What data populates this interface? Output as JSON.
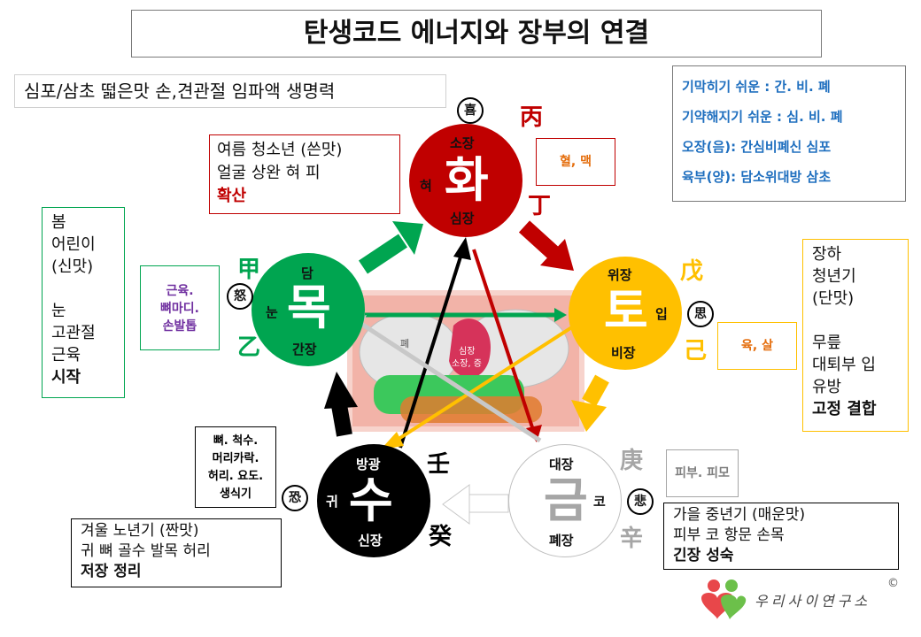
{
  "title": "탄생코드 에너지와 장부의 연결",
  "subtitle": "심포/삼초 떫은맛 손,견관절 임파액  생명력",
  "legend": [
    "기막히기 쉬운 : 간. 비. 폐",
    "기약해지기 쉬운 : 심. 비. 폐",
    "오장(음): 간심비폐신 심포",
    "육부(양): 담소위대방 삼초"
  ],
  "fire": {
    "char": "화",
    "top": "소장",
    "bottom": "심장",
    "side": "혀",
    "emotion": "喜",
    "stem_top": "丙",
    "stem_bottom": "丁",
    "tag": "혈, 맥",
    "desc": [
      "여름 청소년 (쓴맛)",
      "얼굴 상완 혀 피"
    ],
    "desc_bold": "확산",
    "color": "#c00000"
  },
  "wood": {
    "char": "목",
    "top": "담",
    "bottom": "간장",
    "side": "눈",
    "emotion": "怒",
    "stem_top": "甲",
    "stem_bottom": "乙",
    "tag": [
      "근육.",
      "뼈마디.",
      "손발톱"
    ],
    "desc": [
      "봄",
      "어린이",
      "(신맛)",
      "",
      "눈",
      "고관절",
      "근육"
    ],
    "desc_bold": "시작",
    "color": "#00a550"
  },
  "earth": {
    "char": "토",
    "top": "위장",
    "bottom": "비장",
    "side": "입",
    "emotion": "思",
    "stem_top": "戊",
    "stem_bottom": "己",
    "tag": "육, 살",
    "desc": [
      "장하",
      "청년기",
      "(단맛)",
      "",
      "무릎",
      "대퇴부 입",
      "유방"
    ],
    "desc_bold": "고정 결합",
    "color": "#ffc000"
  },
  "metal": {
    "char": "금",
    "top": "대장",
    "bottom": "폐장",
    "side": "코",
    "emotion": "悲",
    "stem_top": "庚",
    "stem_bottom": "辛",
    "tag": "피부. 피모",
    "desc": [
      "가을 중년기   (매운맛)",
      "피부 코 항문 손목"
    ],
    "desc_bold": "긴장 성숙",
    "color": "#ffffff"
  },
  "water": {
    "char": "수",
    "top": "방광",
    "bottom": "신장",
    "side": "귀",
    "emotion": "恐",
    "stem_top": "壬",
    "stem_bottom": "癸",
    "tag": [
      "뼈. 척수.",
      "머리카락.",
      "허리. 요도.",
      "생식기"
    ],
    "desc": [
      "겨울 노년기 (짠맛)",
      "귀 뼈 골수 발목 허리"
    ],
    "desc_bold": "저장 정리",
    "color": "#000000"
  },
  "organ_image_labels": [
    "폐",
    "심장",
    "소장, 증"
  ],
  "logo": {
    "text": "우리사이연구소",
    "mark": "©"
  }
}
